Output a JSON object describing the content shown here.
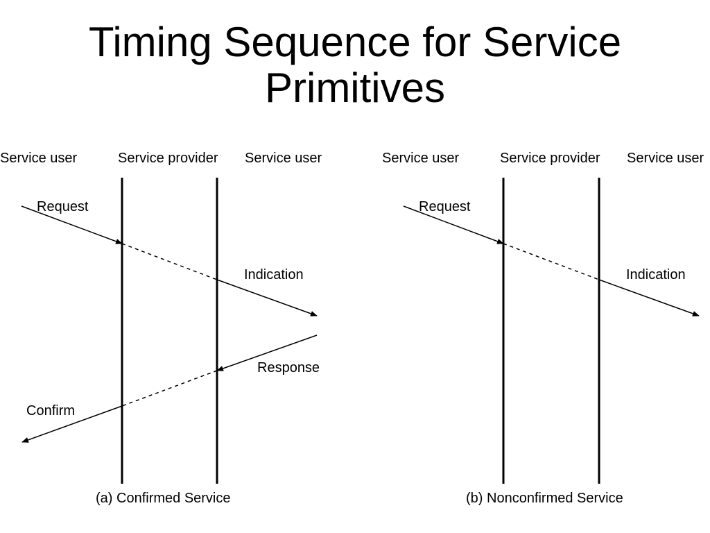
{
  "title": {
    "line1": "Timing Sequence for Service",
    "line2": "Primitives"
  },
  "diagrams": [
    {
      "headers": [
        "Service user",
        "Service provider",
        "Service user"
      ],
      "messages": {
        "request": "Request",
        "indication": "Indication",
        "response": "Response",
        "confirm": "Confirm"
      },
      "caption": "(a) Confirmed Service"
    },
    {
      "headers": [
        "Service user",
        "Service provider",
        "Service user"
      ],
      "messages": {
        "request": "Request",
        "indication": "Indication"
      },
      "caption": "(b) Nonconfirmed Service"
    }
  ]
}
